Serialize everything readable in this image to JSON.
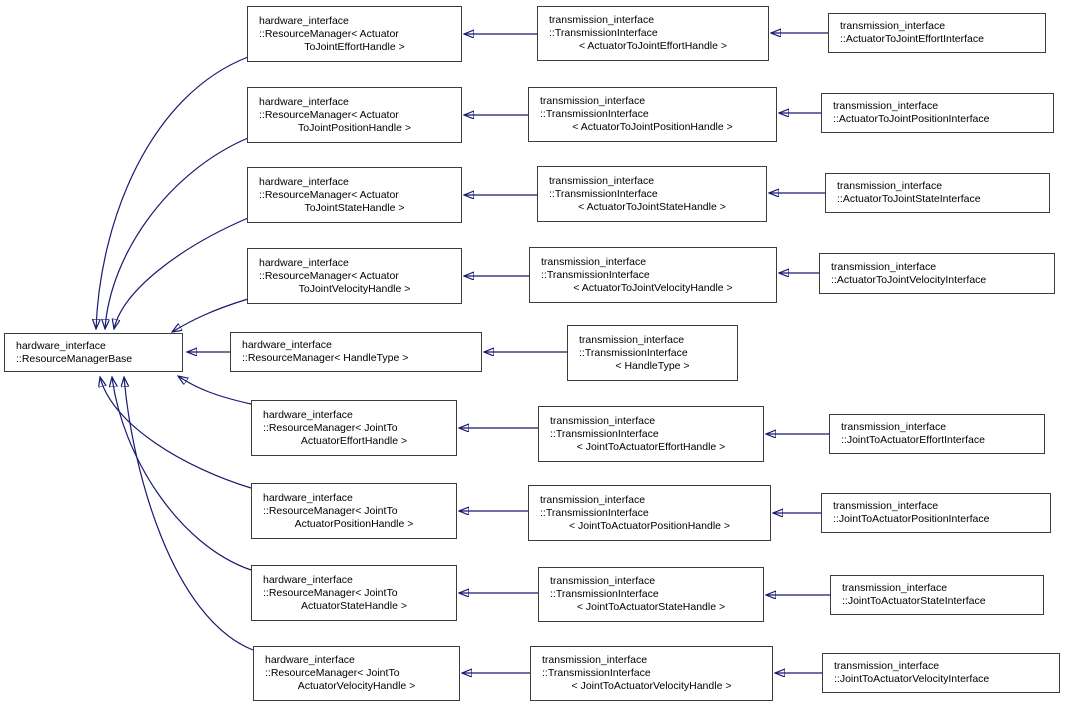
{
  "diagram": {
    "kind": "class-inheritance-graph",
    "colors": {
      "edge": "#191970",
      "node_border": "#3c3c3c",
      "node_background": "#ffffff",
      "text": "#000000",
      "background": "#ffffff"
    },
    "nodes": {
      "resource_manager_base": {
        "lines": [
          "hardware_interface",
          "::ResourceManagerBase"
        ]
      },
      "rm_actuator_effort": {
        "lines": [
          "hardware_interface",
          "::ResourceManager< Actuator",
          "ToJointEffortHandle >"
        ]
      },
      "rm_actuator_position": {
        "lines": [
          "hardware_interface",
          "::ResourceManager< Actuator",
          "ToJointPositionHandle >"
        ]
      },
      "rm_actuator_state": {
        "lines": [
          "hardware_interface",
          "::ResourceManager< Actuator",
          "ToJointStateHandle >"
        ]
      },
      "rm_actuator_velocity": {
        "lines": [
          "hardware_interface",
          "::ResourceManager< Actuator",
          "ToJointVelocityHandle >"
        ]
      },
      "rm_handle_type": {
        "lines": [
          "hardware_interface",
          "::ResourceManager< HandleType >"
        ]
      },
      "rm_joint_effort": {
        "lines": [
          "hardware_interface",
          "::ResourceManager< JointTo",
          "ActuatorEffortHandle >"
        ]
      },
      "rm_joint_position": {
        "lines": [
          "hardware_interface",
          "::ResourceManager< JointTo",
          "ActuatorPositionHandle >"
        ]
      },
      "rm_joint_state": {
        "lines": [
          "hardware_interface",
          "::ResourceManager< JointTo",
          "ActuatorStateHandle >"
        ]
      },
      "rm_joint_velocity": {
        "lines": [
          "hardware_interface",
          "::ResourceManager< JointTo",
          "ActuatorVelocityHandle >"
        ]
      },
      "ti_actuator_effort": {
        "lines": [
          "transmission_interface",
          "::TransmissionInterface",
          "< ActuatorToJointEffortHandle >"
        ]
      },
      "ti_actuator_position": {
        "lines": [
          "transmission_interface",
          "::TransmissionInterface",
          "< ActuatorToJointPositionHandle >"
        ]
      },
      "ti_actuator_state": {
        "lines": [
          "transmission_interface",
          "::TransmissionInterface",
          "< ActuatorToJointStateHandle >"
        ]
      },
      "ti_actuator_velocity": {
        "lines": [
          "transmission_interface",
          "::TransmissionInterface",
          "< ActuatorToJointVelocityHandle >"
        ]
      },
      "ti_handle_type": {
        "lines": [
          "transmission_interface",
          "::TransmissionInterface",
          "< HandleType >"
        ]
      },
      "ti_joint_effort": {
        "lines": [
          "transmission_interface",
          "::TransmissionInterface",
          "< JointToActuatorEffortHandle >"
        ]
      },
      "ti_joint_position": {
        "lines": [
          "transmission_interface",
          "::TransmissionInterface",
          "< JointToActuatorPositionHandle >"
        ]
      },
      "ti_joint_state": {
        "lines": [
          "transmission_interface",
          "::TransmissionInterface",
          "< JointToActuatorStateHandle >"
        ]
      },
      "ti_joint_velocity": {
        "lines": [
          "transmission_interface",
          "::TransmissionInterface",
          "< JointToActuatorVelocityHandle >"
        ]
      },
      "if_actuator_effort": {
        "lines": [
          "transmission_interface",
          "::ActuatorToJointEffortInterface"
        ]
      },
      "if_actuator_position": {
        "lines": [
          "transmission_interface",
          "::ActuatorToJointPositionInterface"
        ]
      },
      "if_actuator_state": {
        "lines": [
          "transmission_interface",
          "::ActuatorToJointStateInterface"
        ]
      },
      "if_actuator_velocity": {
        "lines": [
          "transmission_interface",
          "::ActuatorToJointVelocityInterface"
        ]
      },
      "if_joint_effort": {
        "lines": [
          "transmission_interface",
          "::JointToActuatorEffortInterface"
        ]
      },
      "if_joint_position": {
        "lines": [
          "transmission_interface",
          "::JointToActuatorPositionInterface"
        ]
      },
      "if_joint_state": {
        "lines": [
          "transmission_interface",
          "::JointToActuatorStateInterface"
        ]
      },
      "if_joint_velocity": {
        "lines": [
          "transmission_interface",
          "::JointToActuatorVelocityInterface"
        ]
      }
    },
    "edges": [
      [
        "rm_actuator_effort",
        "resource_manager_base"
      ],
      [
        "rm_actuator_position",
        "resource_manager_base"
      ],
      [
        "rm_actuator_state",
        "resource_manager_base"
      ],
      [
        "rm_actuator_velocity",
        "resource_manager_base"
      ],
      [
        "rm_handle_type",
        "resource_manager_base"
      ],
      [
        "rm_joint_effort",
        "resource_manager_base"
      ],
      [
        "rm_joint_position",
        "resource_manager_base"
      ],
      [
        "rm_joint_state",
        "resource_manager_base"
      ],
      [
        "rm_joint_velocity",
        "resource_manager_base"
      ],
      [
        "ti_actuator_effort",
        "rm_actuator_effort"
      ],
      [
        "ti_actuator_position",
        "rm_actuator_position"
      ],
      [
        "ti_actuator_state",
        "rm_actuator_state"
      ],
      [
        "ti_actuator_velocity",
        "rm_actuator_velocity"
      ],
      [
        "ti_handle_type",
        "rm_handle_type"
      ],
      [
        "ti_joint_effort",
        "rm_joint_effort"
      ],
      [
        "ti_joint_position",
        "rm_joint_position"
      ],
      [
        "ti_joint_state",
        "rm_joint_state"
      ],
      [
        "ti_joint_velocity",
        "rm_joint_velocity"
      ],
      [
        "if_actuator_effort",
        "ti_actuator_effort"
      ],
      [
        "if_actuator_position",
        "ti_actuator_position"
      ],
      [
        "if_actuator_state",
        "ti_actuator_state"
      ],
      [
        "if_actuator_velocity",
        "ti_actuator_velocity"
      ],
      [
        "if_joint_effort",
        "ti_joint_effort"
      ],
      [
        "if_joint_position",
        "ti_joint_position"
      ],
      [
        "if_joint_state",
        "ti_joint_state"
      ],
      [
        "if_joint_velocity",
        "ti_joint_velocity"
      ]
    ]
  }
}
